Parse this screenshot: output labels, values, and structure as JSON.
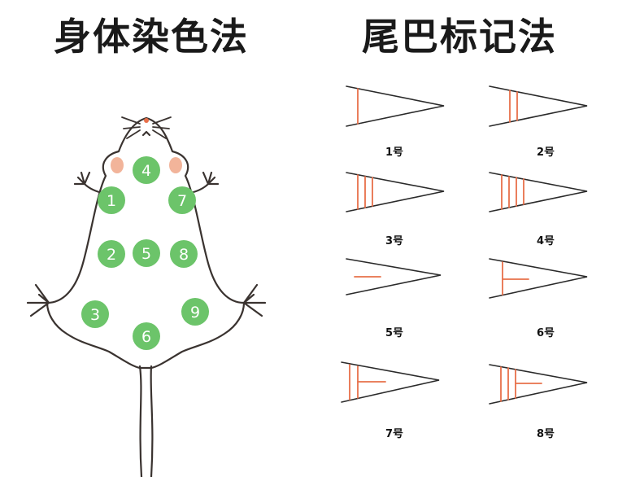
{
  "body_method": {
    "title": "身体染色法",
    "spots": [
      "1",
      "2",
      "3",
      "4",
      "5",
      "6",
      "7",
      "8",
      "9"
    ],
    "spot_color": "#6cc46a",
    "outline_color": "#3a3330",
    "ear_color": "#f2b49a"
  },
  "tail_method": {
    "title": "尾巴标记法",
    "mark_color": "#e8704a",
    "captions": [
      "1号",
      "2号",
      "3号",
      "4号",
      "5号",
      "6号",
      "7号",
      "8号"
    ]
  }
}
